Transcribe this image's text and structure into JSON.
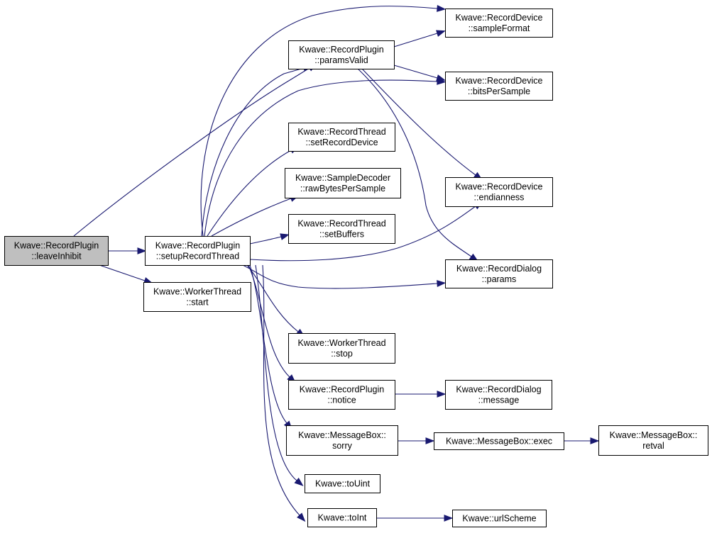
{
  "diagram": {
    "nodes": [
      {
        "id": "leaveInhibit",
        "lines": [
          "Kwave::RecordPlugin",
          "::leaveInhibit"
        ],
        "root": true
      },
      {
        "id": "setupRecordThread",
        "lines": [
          "Kwave::RecordPlugin",
          "::setupRecordThread"
        ]
      },
      {
        "id": "workerStart",
        "lines": [
          "Kwave::WorkerThread",
          "::start"
        ]
      },
      {
        "id": "paramsValid",
        "lines": [
          "Kwave::RecordPlugin",
          "::paramsValid"
        ]
      },
      {
        "id": "sampleFormat",
        "lines": [
          "Kwave::RecordDevice",
          "::sampleFormat"
        ]
      },
      {
        "id": "bitsPerSample",
        "lines": [
          "Kwave::RecordDevice",
          "::bitsPerSample"
        ]
      },
      {
        "id": "setRecordDevice",
        "lines": [
          "Kwave::RecordThread",
          "::setRecordDevice"
        ]
      },
      {
        "id": "rawBytesPerSample",
        "lines": [
          "Kwave::SampleDecoder",
          "::rawBytesPerSample"
        ]
      },
      {
        "id": "setBuffers",
        "lines": [
          "Kwave::RecordThread",
          "::setBuffers"
        ]
      },
      {
        "id": "endianness",
        "lines": [
          "Kwave::RecordDevice",
          "::endianness"
        ]
      },
      {
        "id": "dialogParams",
        "lines": [
          "Kwave::RecordDialog",
          "::params"
        ]
      },
      {
        "id": "workerStop",
        "lines": [
          "Kwave::WorkerThread",
          "::stop"
        ]
      },
      {
        "id": "notice",
        "lines": [
          "Kwave::RecordPlugin",
          "::notice"
        ]
      },
      {
        "id": "dialogMessage",
        "lines": [
          "Kwave::RecordDialog",
          "::message"
        ]
      },
      {
        "id": "sorry",
        "lines": [
          "Kwave::MessageBox::",
          "sorry"
        ]
      },
      {
        "id": "exec",
        "lines": [
          "Kwave::MessageBox::exec"
        ]
      },
      {
        "id": "retval",
        "lines": [
          "Kwave::MessageBox::",
          "retval"
        ]
      },
      {
        "id": "toUint",
        "lines": [
          "Kwave::toUint"
        ]
      },
      {
        "id": "toInt",
        "lines": [
          "Kwave::toInt"
        ]
      },
      {
        "id": "urlScheme",
        "lines": [
          "Kwave::urlScheme"
        ]
      }
    ],
    "edges": [
      {
        "from": "leaveInhibit",
        "to": "paramsValid"
      },
      {
        "from": "leaveInhibit",
        "to": "setupRecordThread"
      },
      {
        "from": "leaveInhibit",
        "to": "workerStart"
      },
      {
        "from": "setupRecordThread",
        "to": "sampleFormat"
      },
      {
        "from": "setupRecordThread",
        "to": "paramsValid"
      },
      {
        "from": "setupRecordThread",
        "to": "bitsPerSample"
      },
      {
        "from": "setupRecordThread",
        "to": "setRecordDevice"
      },
      {
        "from": "setupRecordThread",
        "to": "rawBytesPerSample"
      },
      {
        "from": "setupRecordThread",
        "to": "setBuffers"
      },
      {
        "from": "setupRecordThread",
        "to": "endianness"
      },
      {
        "from": "setupRecordThread",
        "to": "dialogParams"
      },
      {
        "from": "setupRecordThread",
        "to": "workerStop"
      },
      {
        "from": "setupRecordThread",
        "to": "notice"
      },
      {
        "from": "setupRecordThread",
        "to": "sorry"
      },
      {
        "from": "setupRecordThread",
        "to": "toUint"
      },
      {
        "from": "setupRecordThread",
        "to": "toInt"
      },
      {
        "from": "paramsValid",
        "to": "sampleFormat"
      },
      {
        "from": "paramsValid",
        "to": "bitsPerSample"
      },
      {
        "from": "paramsValid",
        "to": "endianness"
      },
      {
        "from": "paramsValid",
        "to": "dialogParams"
      },
      {
        "from": "notice",
        "to": "dialogMessage"
      },
      {
        "from": "sorry",
        "to": "exec"
      },
      {
        "from": "exec",
        "to": "retval"
      },
      {
        "from": "toInt",
        "to": "urlScheme"
      }
    ]
  }
}
